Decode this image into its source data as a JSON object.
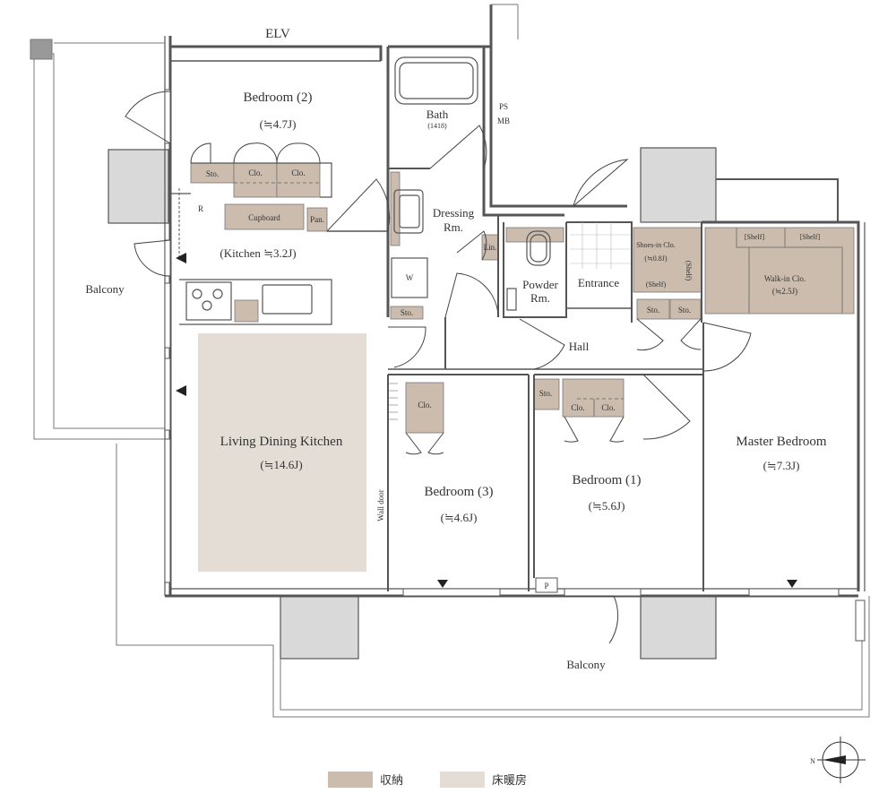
{
  "labels": {
    "elv": "ELV",
    "ps_mb_1": "PS",
    "ps_mb_2": "MB",
    "bedroom2": "Bedroom (2)",
    "bedroom2_area": "(≒4.7J)",
    "bath": "Bath",
    "bath_size": "(1418)",
    "dressing_1": "Dressing",
    "dressing_2": "Rm.",
    "powder_1": "Powder",
    "powder_2": "Rm.",
    "entrance": "Entrance",
    "shoes_in": "Shoes-in Clo.",
    "shoes_in_area": "(≒0.8J)",
    "shelf": "(Shelf)",
    "shelf_bracket": "[Shelf]",
    "walkin": "Walk-in Clo.",
    "walkin_area": "(≒2.5J)",
    "sto": "Sto.",
    "clo": "Clo.",
    "cupboard": "Cupboard",
    "pan": "Pan.",
    "lin": "Lin.",
    "w": "W",
    "r": "R",
    "kitchen": "(Kitchen ≒3.2J)",
    "balcony": "Balcony",
    "ldk": "Living Dining Kitchen",
    "ldk_area": "(≒14.6J)",
    "hall": "Hall",
    "wall_door": "Wall door",
    "bedroom3": "Bedroom (3)",
    "bedroom3_area": "(≒4.6J)",
    "bedroom1": "Bedroom (1)",
    "bedroom1_area": "(≒5.6J)",
    "master": "Master Bedroom",
    "master_area": "(≒7.3J)",
    "p": "P",
    "north": "N"
  },
  "legend": [
    {
      "label": "収納",
      "color": "#cbbcad"
    },
    {
      "label": "床暖房",
      "color": "#e4ddd6"
    }
  ],
  "colors": {
    "wall": "#555555",
    "storage": "#cbbcad",
    "floor_heating": "#e4ddd6",
    "column": "#d9d9d9"
  }
}
